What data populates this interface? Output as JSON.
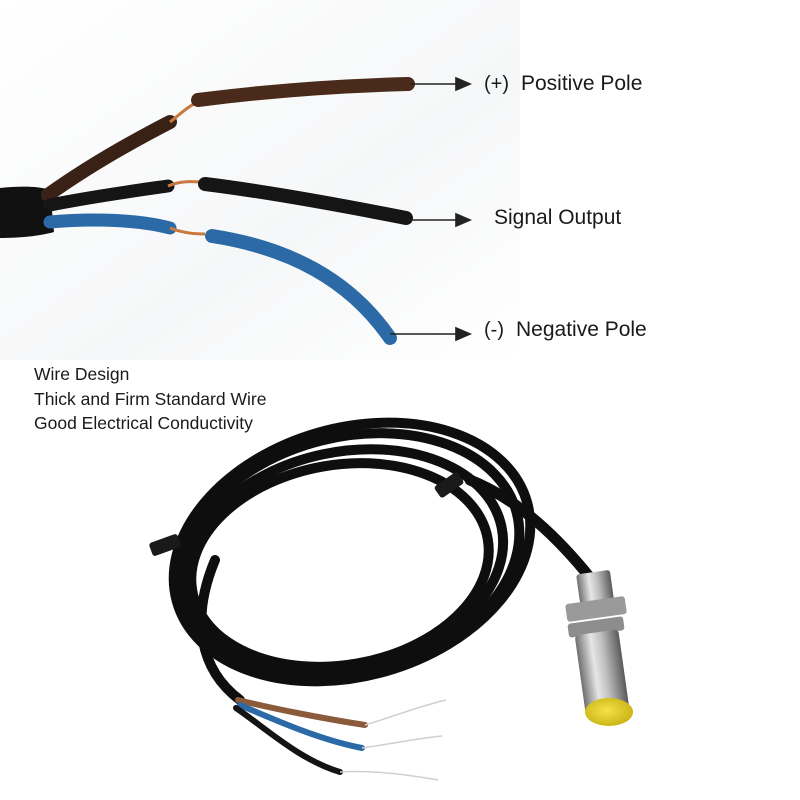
{
  "callouts": {
    "positive": {
      "symbol": "(+)",
      "text": "Positive Pole"
    },
    "signal": {
      "text": "Signal Output"
    },
    "negative": {
      "symbol": "(-)",
      "text": "Negative Pole"
    }
  },
  "features": [
    "Wire Design",
    "Thick and Firm Standard Wire",
    "Good Electrical Conductivity"
  ],
  "colors": {
    "brown_wire": "#4a2a1a",
    "black_wire": "#151515",
    "blue_wire": "#2b6aa6",
    "cable_jacket": "#0e0e0e",
    "sensor_face": "#e3d020",
    "sensor_body": "#b9b9b9"
  }
}
